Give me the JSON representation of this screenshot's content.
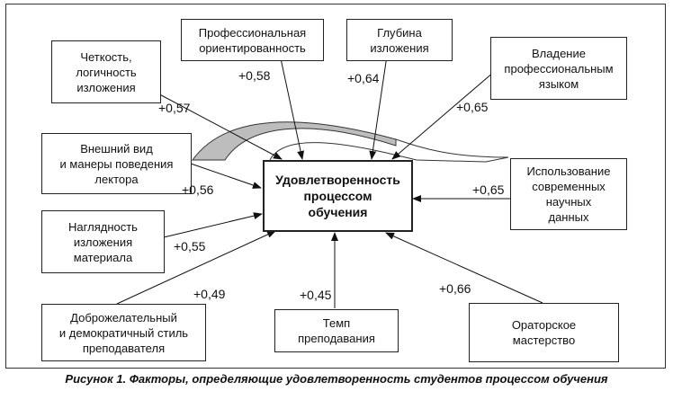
{
  "center": "Удовлетворенность\nпроцессом\nобучения",
  "factors": [
    {
      "id": "clarity",
      "label": "Четкость,\nлогичность\nизложения",
      "weight": "+0,57"
    },
    {
      "id": "prof",
      "label": "Профессиональная\nориентированность",
      "weight": "+0,58"
    },
    {
      "id": "depth",
      "label": "Глубина\nизложения",
      "weight": "+0,64"
    },
    {
      "id": "lang",
      "label": "Владение\nпрофессиональным\nязыком",
      "weight": "+0,65"
    },
    {
      "id": "look",
      "label": "Внешний вид\nи манеры поведения\nлектора",
      "weight": "+0,56"
    },
    {
      "id": "modern",
      "label": "Использование\nсовременных\nнаучных\nданных",
      "weight": "+0,65"
    },
    {
      "id": "visual",
      "label": "Наглядность\nизложения\nматериала",
      "weight": "+0,55"
    },
    {
      "id": "friendly",
      "label": "Доброжелательный\nи демократичный стиль\nпреподавателя",
      "weight": "+0,49"
    },
    {
      "id": "tempo",
      "label": "Темп\nпреподавания",
      "weight": "+0,45"
    },
    {
      "id": "oratory",
      "label": "Ораторское\nмастерство",
      "weight": "+0,66"
    }
  ],
  "caption": "Рисунок 1. Факторы, определяющие удовлетворенность студентов процессом обучения"
}
